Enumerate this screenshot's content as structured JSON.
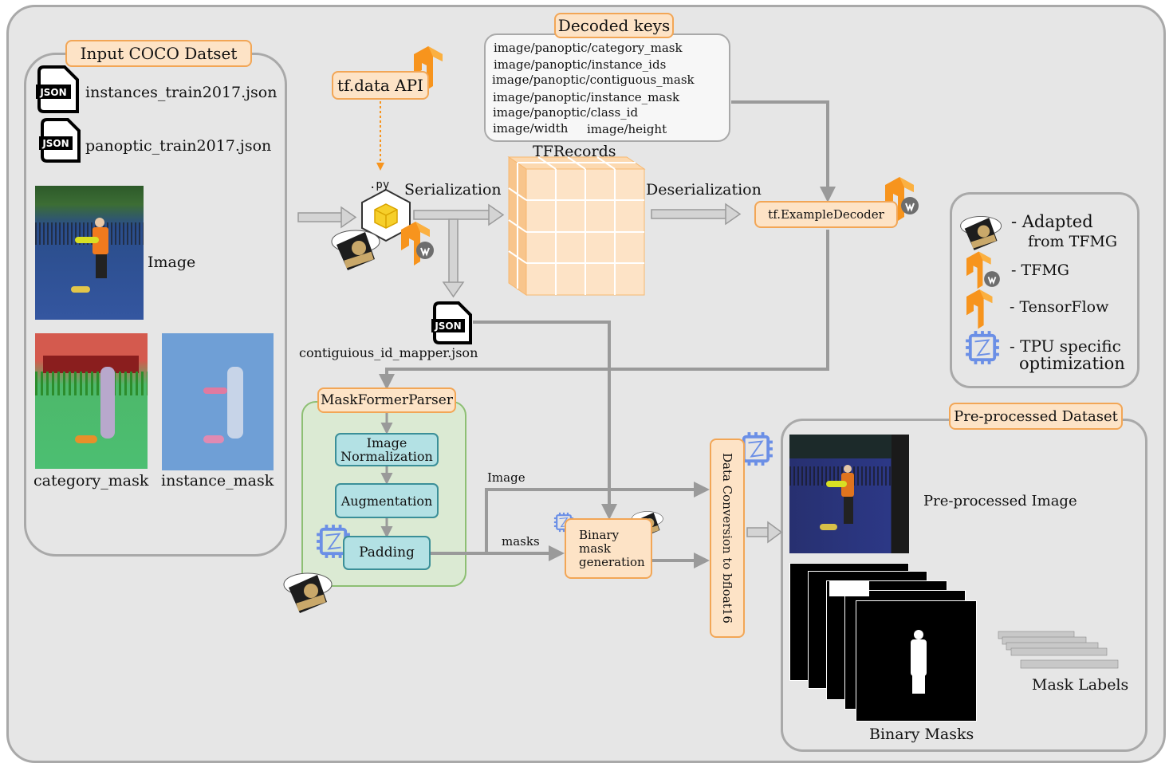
{
  "input_panel": {
    "title": "Input COCO Datset",
    "files": [
      "instances_train2017.json",
      "panoptic_train2017.json"
    ],
    "json_icon_text": "JSON",
    "image_label": "Image",
    "category_mask_label": "category_mask",
    "instance_mask_label": "instance_mask"
  },
  "tfdata": {
    "label": "tf.data API"
  },
  "decoded_keys": {
    "title": "Decoded keys",
    "keys": [
      "image/panoptic/category_mask",
      "image/panoptic/instance_ids",
      "image/panoptic/contiguous_mask",
      "image/panoptic/instance_mask",
      "image/panoptic/class_id"
    ],
    "width_key": "image/width",
    "height_key": "image/height"
  },
  "script": {
    "ext": ".py"
  },
  "serialization_label": "Serialization",
  "tfrecords_label": "TFRecords",
  "deserialization_label": "Deserialization",
  "decoder_label": "tf.ExampleDecoder",
  "mapper_label": "contiguious_id_mapper.json",
  "parser": {
    "title": "MaskFormerParser",
    "steps": [
      "Image Normalization",
      "Augmentation",
      "Padding"
    ]
  },
  "binary_mask_label": "Binary mask generation",
  "image_edge_label": "Image",
  "masks_edge_label": "masks",
  "data_conversion_label": "Data Conversion to bfloat16",
  "output_panel": {
    "title": "Pre-processed Dataset",
    "image_label": "Pre-processed Image",
    "binary_masks_label": "Binary Masks",
    "mask_labels_label": "Mask Labels"
  },
  "legend": {
    "adapted": "- Adapted",
    "adapted2": "from TFMG",
    "tfmg": "- TFMG",
    "tensorflow": "- TensorFlow",
    "tpu": "- TPU specific",
    "tpu2": "optimization"
  },
  "colors": {
    "orange": "#f7941d",
    "orange_fill": "#fde3c6",
    "teal_fill": "#b3e1e4",
    "green_fill": "#dbead3",
    "gray_panel": "#e6e6e6",
    "tpu_blue": "#6b8fe6",
    "arrow_gray": "#9a9a9a"
  }
}
